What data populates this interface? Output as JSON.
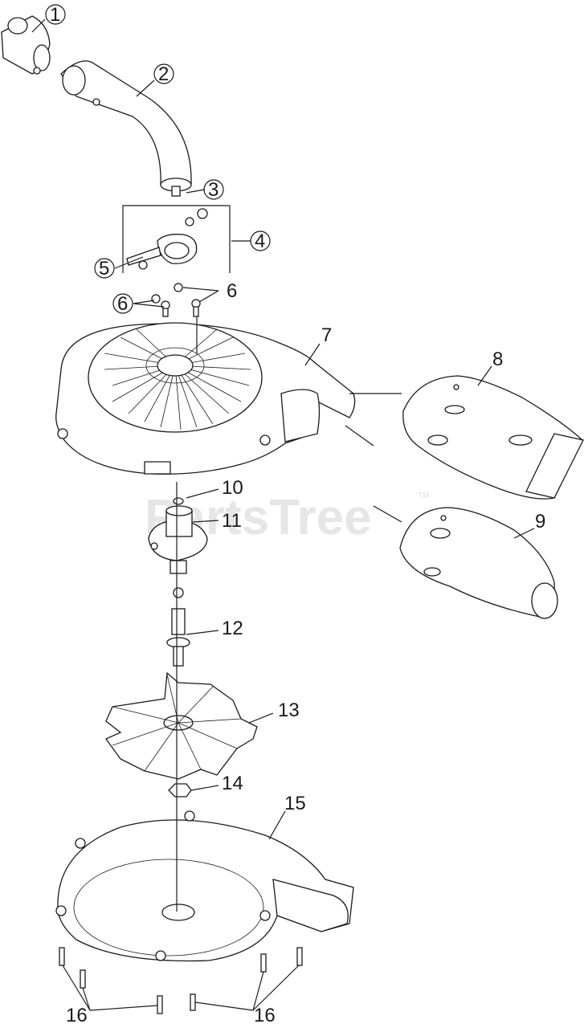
{
  "diagram": {
    "watermark": "PartsTree",
    "watermark_tm": "TM",
    "callouts": [
      "1",
      "2",
      "3",
      "4",
      "5",
      "6",
      "6",
      "7",
      "8",
      "9",
      "10",
      "11",
      "12",
      "13",
      "14",
      "15",
      "16",
      "16"
    ]
  }
}
